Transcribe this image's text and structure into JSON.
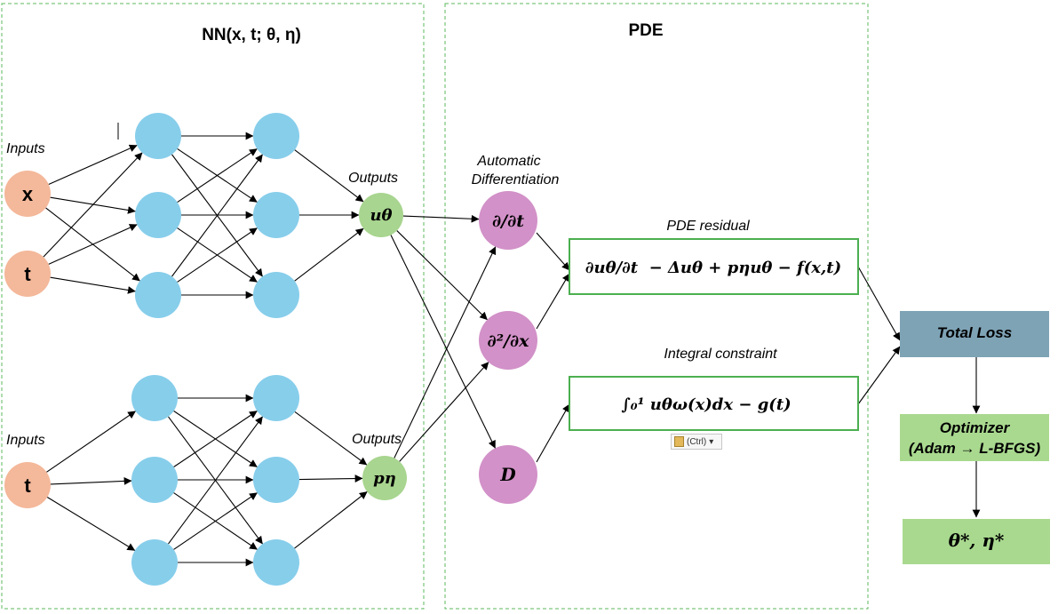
{
  "panels": {
    "nn_title": "NN(x, t; θ, η)",
    "pde_title": "PDE"
  },
  "labels": {
    "inputs_top": "Inputs",
    "inputs_bottom": "Inputs",
    "outputs_top": "Outputs",
    "outputs_bottom": "Outputs",
    "autodiff_line1": "Automatic",
    "autodiff_line2": "Differentiation",
    "pde_residual": "PDE residual",
    "integral_constraint": "Integral constraint"
  },
  "nodes": {
    "input_x": "x",
    "input_t": "t",
    "input_t2": "t",
    "output_u": "uθ",
    "output_p": "pη",
    "op_dt": "∂/∂t",
    "op_dx2": "∂²/∂x",
    "op_D": "D"
  },
  "formulas": {
    "residual": "∂uθ/∂t  − Δuθ + pηuθ − f(x,t)",
    "integral": "∫₀¹ uθω(x)dx − g(t)"
  },
  "boxes": {
    "total_loss": "Total Loss",
    "optimizer_line1": "Optimizer",
    "optimizer_line2": "(Adam → L-BFGS)",
    "result": "θ*, η*"
  },
  "paste_chip": "(Ctrl)",
  "colors": {
    "input_node": "#f4b89a",
    "hidden_node": "#87ceeb",
    "output_node": "#a8d58f",
    "operator_node": "#d291c8",
    "box_border": "#4caf50",
    "total_loss_fill": "#7ea3b5",
    "optimizer_fill": "#a9d98f",
    "panel_border": "#5cb85c"
  }
}
